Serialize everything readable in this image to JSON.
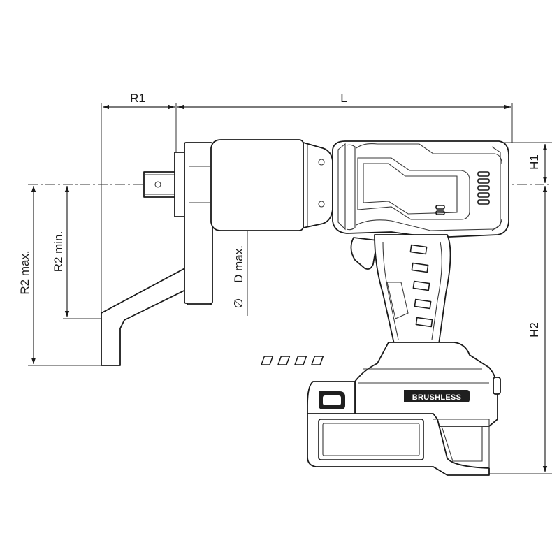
{
  "dimensions": {
    "r1": "R1",
    "l": "L",
    "h1": "H1",
    "h2": "H2",
    "r2_max": "R2 max.",
    "r2_min": "R2 min.",
    "d_max": "D max.",
    "diameter_symbol": "∅"
  },
  "tool": {
    "brand_label": "BRUSHLESS"
  },
  "colors": {
    "line": "#1a1a1a",
    "background": "#ffffff"
  }
}
